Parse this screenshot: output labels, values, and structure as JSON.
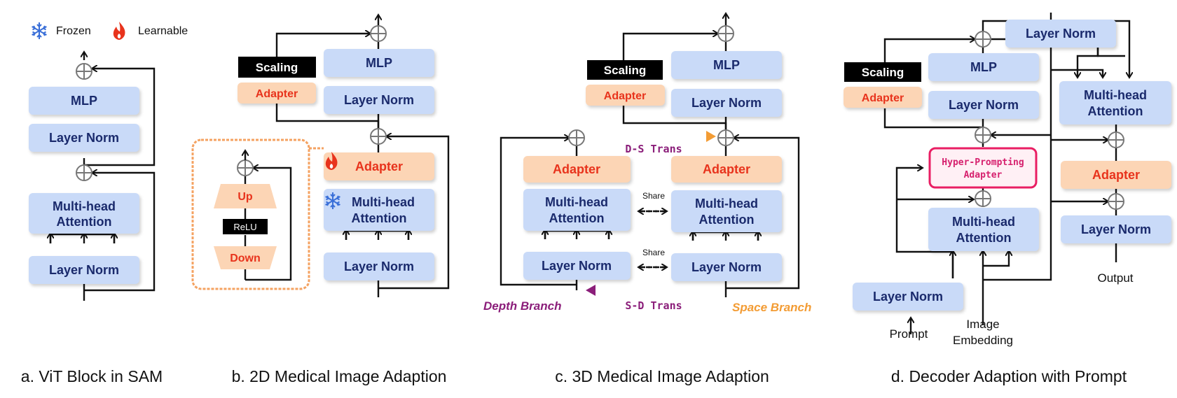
{
  "legend": {
    "frozen": "Frozen",
    "learnable": "Learnable"
  },
  "labels": {
    "mlp": "MLP",
    "layer_norm": "Layer Norm",
    "multi_head_line1": "Multi-head",
    "multi_head_line2": "Attention",
    "adapter": "Adapter",
    "scaling": "Scaling",
    "up": "Up",
    "down": "Down",
    "relu": "ReLU",
    "share": "Share",
    "ds_trans": "D-S Trans",
    "sd_trans": "S-D Trans",
    "depth_branch": "Depth Branch",
    "space_branch": "Space Branch",
    "hyper_line1": "Hyper-Prompting",
    "hyper_line2": "Adapter",
    "prompt": "Prompt",
    "image_line1": "Image",
    "image_line2": "Embedding",
    "output": "Output"
  },
  "captions": {
    "a": "a. ViT Block in SAM",
    "b": "b. 2D Medical Image Adaption",
    "c": "c. 3D Medical Image Adaption",
    "d": "d. Decoder Adaption with Prompt"
  },
  "colors": {
    "block": "#c9daf8",
    "adapter": "#fcd5b5",
    "highlight_border": "#e91e63",
    "orange_frame": "#f4a261",
    "depth": "#8b1e7a",
    "space": "#f39c34"
  }
}
